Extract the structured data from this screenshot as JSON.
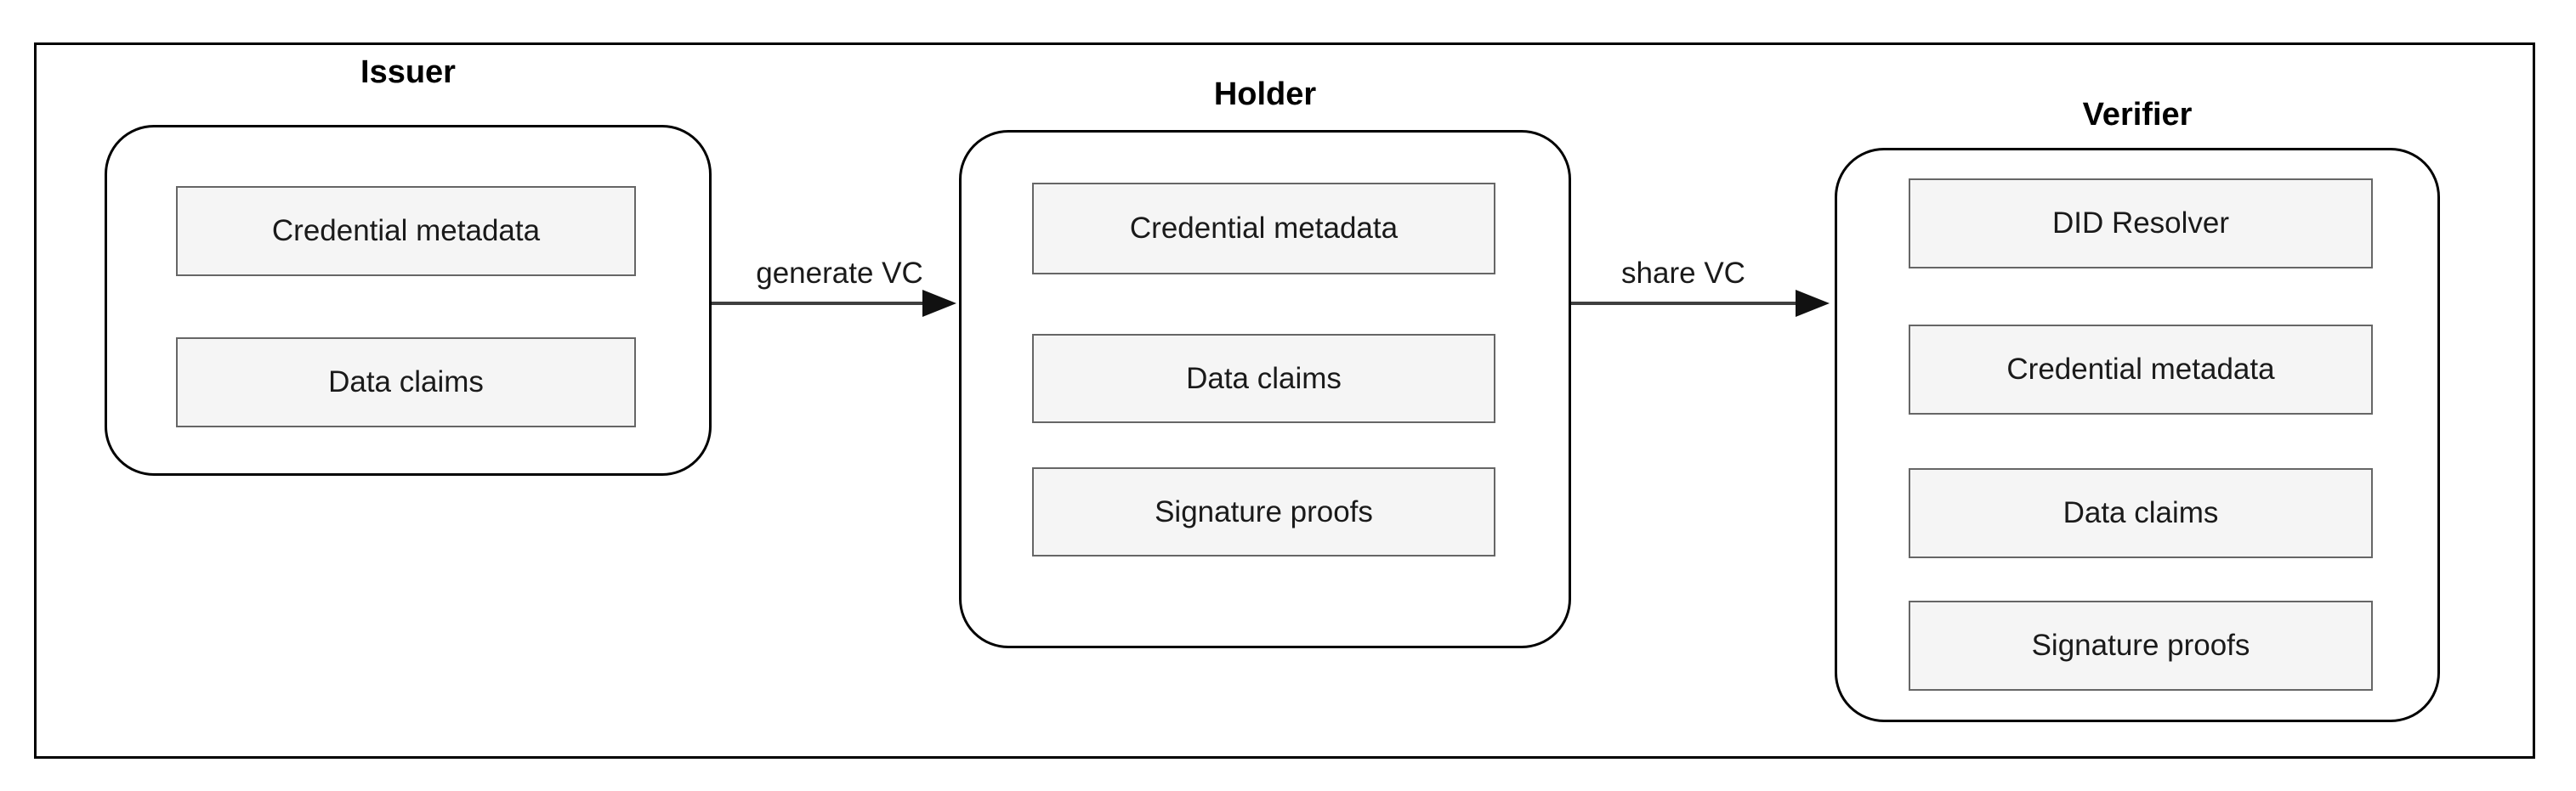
{
  "diagram": {
    "groups": [
      {
        "title": "Issuer",
        "boxes": [
          "Credential metadata",
          "Data claims"
        ]
      },
      {
        "title": "Holder",
        "boxes": [
          "Credential metadata",
          "Data claims",
          "Signature proofs"
        ]
      },
      {
        "title": "Verifier",
        "boxes": [
          "DID Resolver",
          "Credential metadata",
          "Data claims",
          "Signature proofs"
        ]
      }
    ],
    "arrows": [
      {
        "label": "generate VC"
      },
      {
        "label": "share VC"
      }
    ],
    "colors": {
      "background": "#ffffff",
      "frame_border": "#000000",
      "group_border": "#000000",
      "box_fill": "#f5f5f5",
      "box_border": "#666666",
      "text": "#1a1a1a",
      "arrow": "#3f3f3f"
    }
  }
}
